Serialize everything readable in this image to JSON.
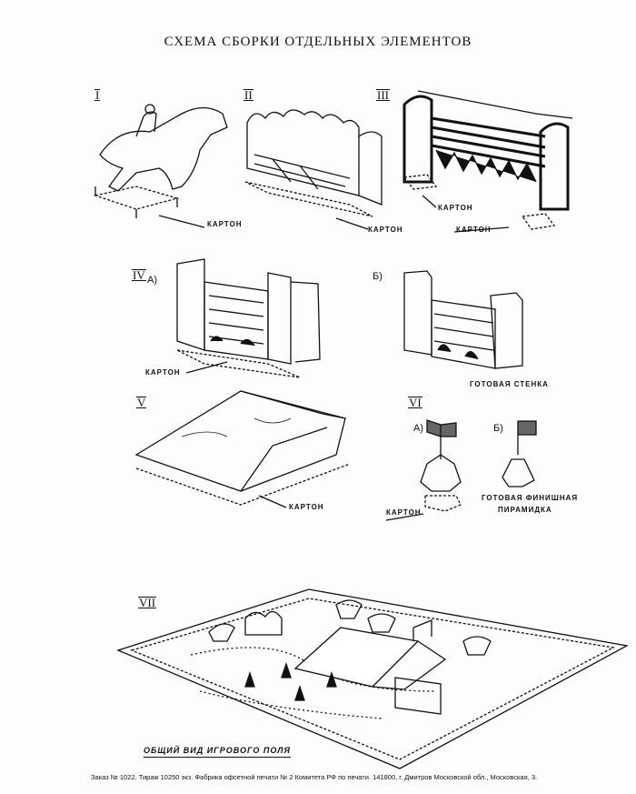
{
  "title": "СХЕМА СБОРКИ ОТДЕЛЬНЫХ ЭЛЕМЕНТОВ",
  "sections": {
    "s1": {
      "numeral": "I",
      "label": "КАРТОН"
    },
    "s2": {
      "numeral": "II",
      "label": "КАРТОН"
    },
    "s3": {
      "numeral": "III",
      "label_a": "КАРТОН",
      "label_b": "КАРТОН"
    },
    "s4": {
      "numeral": "IV",
      "step_a": "А)",
      "step_b": "Б)",
      "label": "КАРТОН",
      "ready": "ГОТОВАЯ СТЕНКА"
    },
    "s5": {
      "numeral": "V",
      "label": "КАРТОН"
    },
    "s6": {
      "numeral": "VI",
      "step_a": "А)",
      "step_b": "Б)",
      "label": "КАРТОН",
      "ready_line1": "ГОТОВАЯ ФИНИШНАЯ",
      "ready_line2": "ПИРАМИДКА"
    },
    "s7": {
      "numeral": "VII",
      "label": "ОБЩИЙ ВИД ИГРОВОГО ПОЛЯ"
    }
  },
  "footer": "Заказ № 1022. Тираж 10250 экз. Фабрика офсетной печати № 2 Комитета РФ по печати. 141800, г. Дмитров Московской обл., Московская, 3."
}
